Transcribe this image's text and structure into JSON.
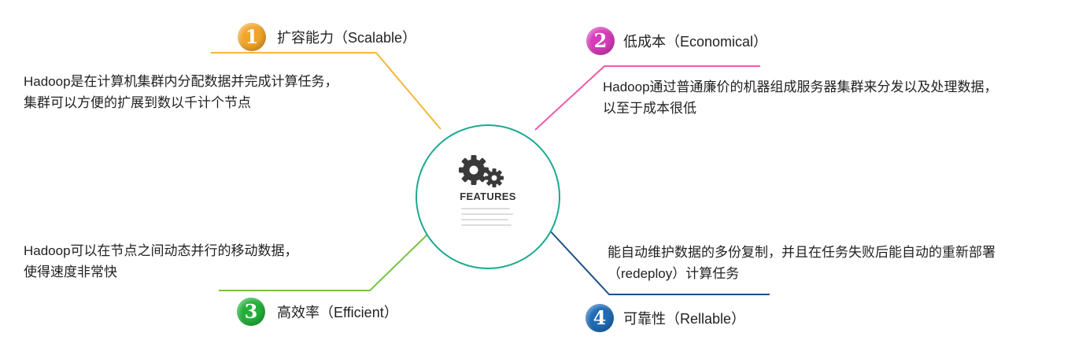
{
  "center": {
    "label": "FEATURES",
    "icon": "gears-icon"
  },
  "colors": {
    "scalable": "#f0a52a",
    "economical": "#d63bb9",
    "efficient": "#23b03a",
    "reliable": "#1f6bb5",
    "hub_border": "#1aa98f",
    "line_scalable": "#f3b73a",
    "line_economical": "#ef5aa8",
    "line_efficient": "#7ac143",
    "line_reliable": "#1f4f8a"
  },
  "features": [
    {
      "number": "1",
      "title": "扩容能力（Scalable）",
      "desc": [
        "Hadoop是在计算机集群内分配数据并完成计算任务，",
        "集群可以方便的扩展到数以千计个节点"
      ]
    },
    {
      "number": "2",
      "title": "低成本（Economical）",
      "desc": [
        "Hadoop通过普通廉价的机器组成服务器集群来分发以及处理数据，",
        "以至于成本很低"
      ]
    },
    {
      "number": "3",
      "title": "高效率（Efficient）",
      "desc": [
        "Hadoop可以在节点之间动态并行的移动数据，",
        "使得速度非常快"
      ]
    },
    {
      "number": "4",
      "title": "可靠性（Rellable）",
      "desc": [
        "能自动维护数据的多份复制，并且在任务失败后能自动的重新部署",
        "（redeploy）计算任务"
      ]
    }
  ]
}
